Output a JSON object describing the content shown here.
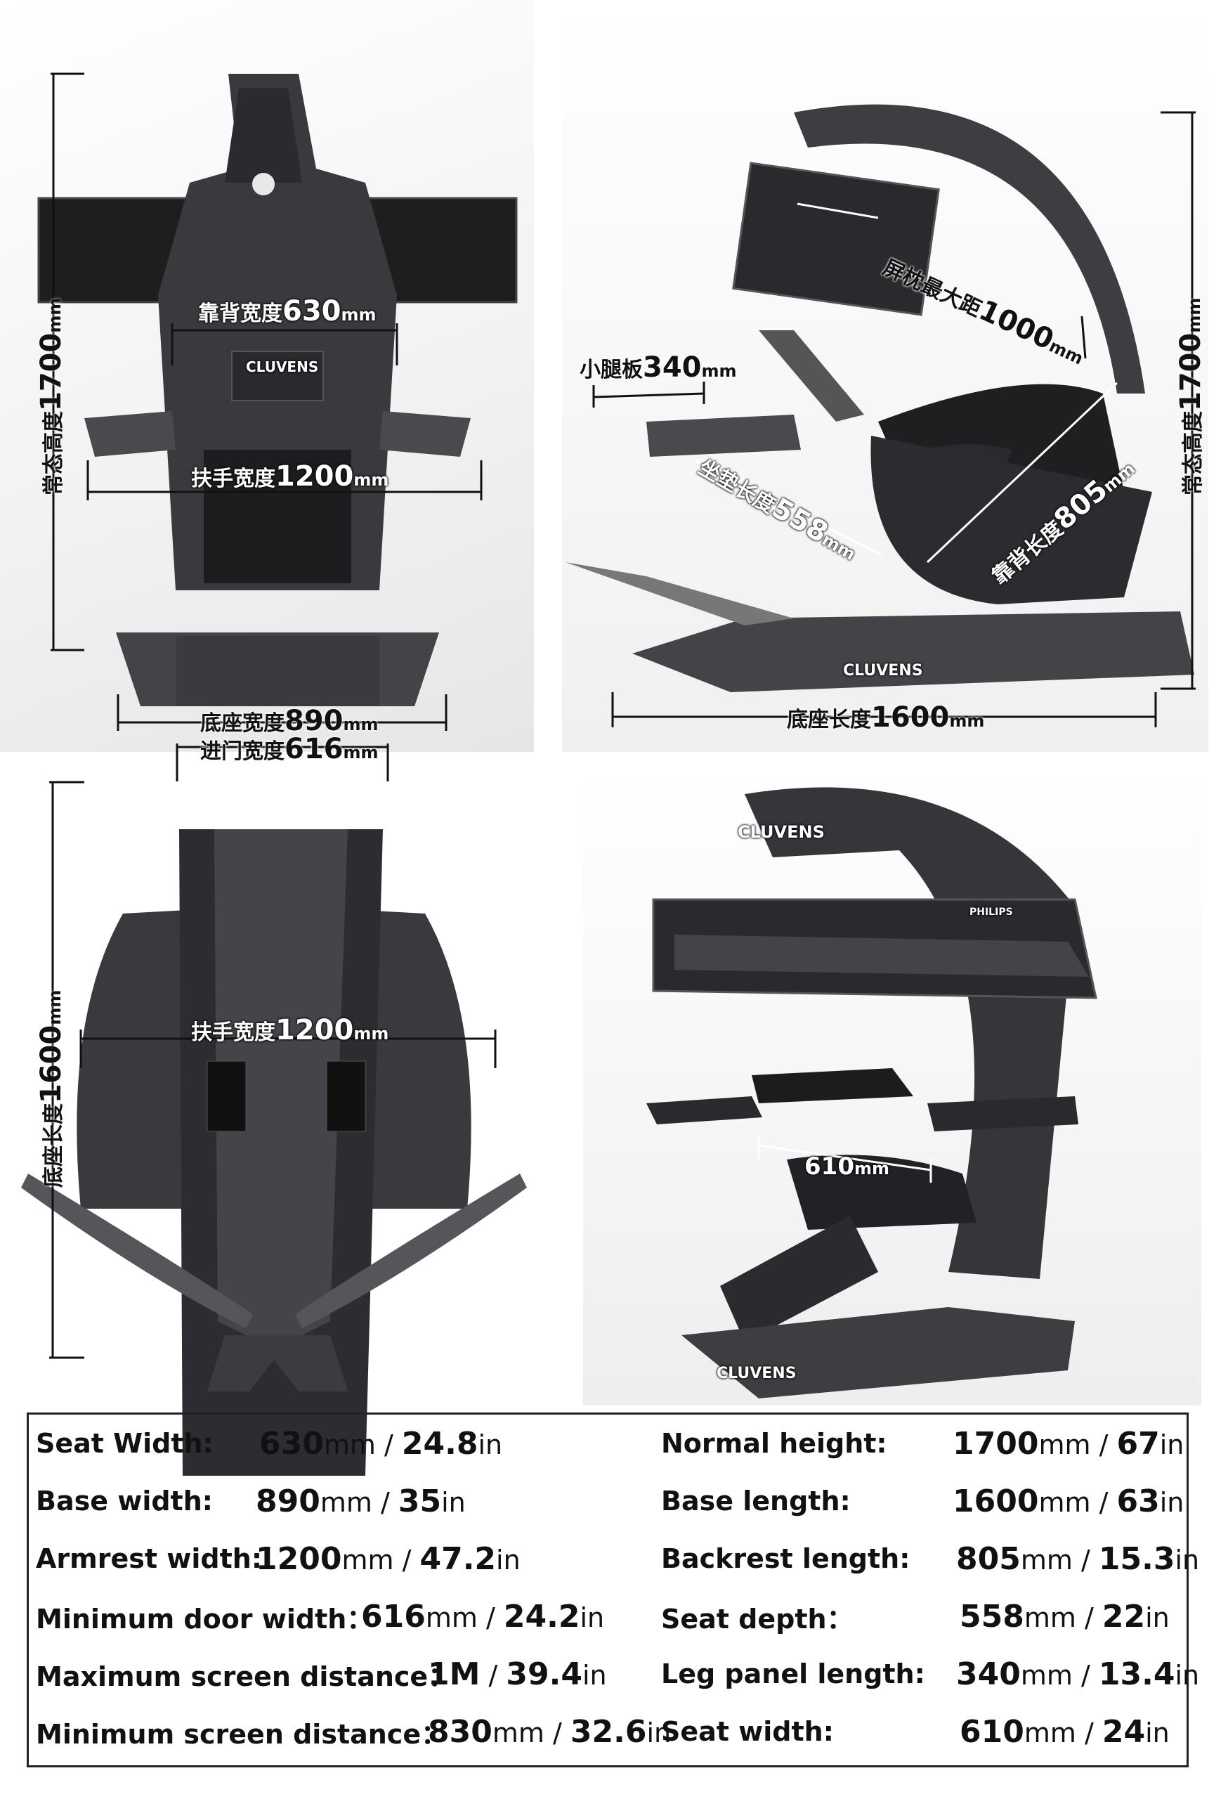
{
  "front_view": {
    "height_label": "常态高度",
    "height_value": "1700",
    "height_unit": "mm",
    "backrest_label": "靠背宽度",
    "backrest_value": "630",
    "backrest_unit": "mm",
    "armrest_label": "扶手宽度",
    "armrest_value": "1200",
    "armrest_unit": "mm",
    "base_label": "底座宽度",
    "base_value": "890",
    "base_unit": "mm",
    "door_label": "进门宽度",
    "door_value": "616",
    "door_unit": "mm",
    "logo": "CLUVENS"
  },
  "side_view": {
    "screen_label": "屏枕最大距",
    "screen_value": "1000",
    "screen_unit": "mm",
    "leg_label": "小腿板",
    "leg_value": "340",
    "leg_unit": "mm",
    "seat_label": "坐垫长度",
    "seat_value": "558",
    "seat_unit": "mm",
    "backrest_label": "靠背长度",
    "backrest_value": "805",
    "backrest_unit": "mm",
    "height_label": "常态高度",
    "height_value": "1700",
    "height_unit": "mm",
    "base_label": "底座长度",
    "base_value": "1600",
    "base_unit": "mm",
    "logo": "CLUVENS"
  },
  "top_view": {
    "length_label": "底座长度",
    "length_value": "1600",
    "length_unit": "mm",
    "armrest_label": "扶手宽度",
    "armrest_value": "1200",
    "armrest_unit": "mm"
  },
  "perspective_view": {
    "seat_value": "610",
    "seat_unit": "mm",
    "logo_top": "CLUVENS",
    "logo_base": "CLUVENS",
    "monitor_brand": "PHILIPS"
  },
  "specs": {
    "left": [
      {
        "label": "Seat Width:",
        "mm": "630",
        "mm_unit": "mm",
        "sep": " / ",
        "in": "24.8",
        "in_unit": "in"
      },
      {
        "label": "Base width:",
        "mm": "890",
        "mm_unit": "mm",
        "sep": " / ",
        "in": "35",
        "in_unit": "in"
      },
      {
        "label": "Armrest width:",
        "mm": "1200",
        "mm_unit": "mm",
        "sep": " /  ",
        "in": "47.2",
        "in_unit": "in"
      },
      {
        "label": "Minimum door width：",
        "mm": "616",
        "mm_unit": "mm",
        "sep": " / ",
        "in": "24.2",
        "in_unit": "in"
      },
      {
        "label": "Maximum screen distance：",
        "mm": "1M",
        "mm_unit": "",
        "sep": " / ",
        "in": "39.4",
        "in_unit": "in"
      },
      {
        "label": "Minimum screen distance：",
        "mm": "830",
        "mm_unit": "mm",
        "sep": " / ",
        "in": "32.6",
        "in_unit": "in"
      }
    ],
    "right": [
      {
        "label": "Normal height:",
        "mm": "1700",
        "mm_unit": "mm",
        "sep": " / ",
        "in": "67",
        "in_unit": "in"
      },
      {
        "label": "Base length:",
        "mm": "1600",
        "mm_unit": "mm",
        "sep": " /  ",
        "in": "63",
        "in_unit": "in"
      },
      {
        "label": "Backrest length:",
        "mm": "805",
        "mm_unit": "mm",
        "sep": " / ",
        "in": "15.3",
        "in_unit": "in"
      },
      {
        "label": "Seat depth：",
        "mm": "558",
        "mm_unit": "mm",
        "sep": " / ",
        "in": "22",
        "in_unit": "in"
      },
      {
        "label": "Leg panel length:",
        "mm": "340",
        "mm_unit": "mm",
        "sep": " / ",
        "in": "13.4",
        "in_unit": "in"
      },
      {
        "label": "Seat width:",
        "mm": "610",
        "mm_unit": "mm",
        "sep": " / ",
        "in": "24",
        "in_unit": "in"
      }
    ]
  }
}
